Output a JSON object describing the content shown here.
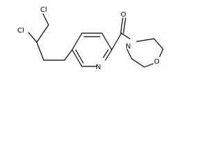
{
  "molecule": {
    "atoms": {
      "cl_top": {
        "label": "Cl",
        "color": "#000000"
      },
      "cl_mid": {
        "label": "Cl",
        "color": "#000000"
      },
      "n_pyridine": {
        "label": "N",
        "color": "#0000ff"
      },
      "o_carbonyl": {
        "label": "O",
        "color": "#ff0000"
      },
      "n_morpholine": {
        "label": "N",
        "color": "#0000ff"
      },
      "o_morpholine": {
        "label": "O",
        "color": "#ff0000"
      }
    }
  }
}
